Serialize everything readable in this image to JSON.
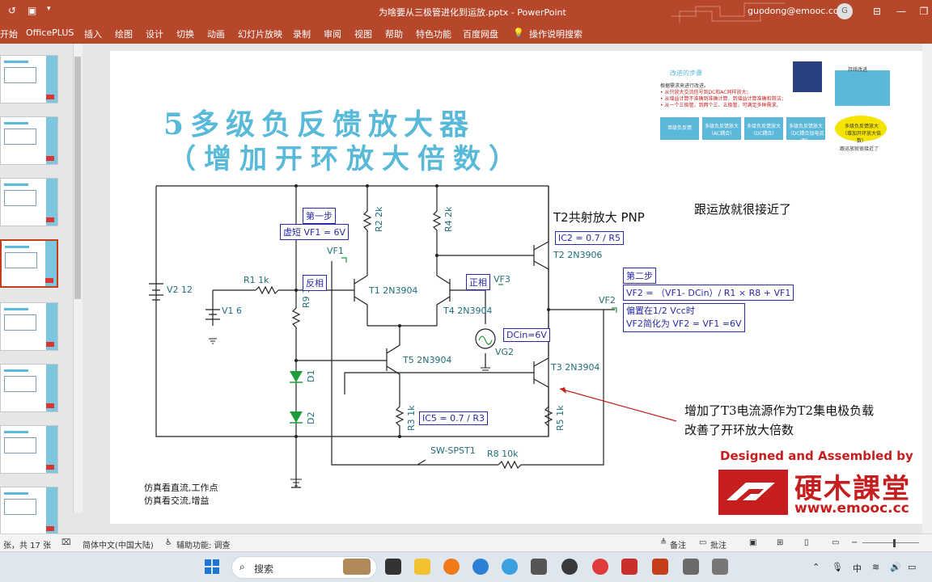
{
  "window": {
    "doc_title": "为啥要从三极管进化到运放.pptx - PowerPoint",
    "user": "guodong@emooc.cc",
    "avatar_letter": "G"
  },
  "ribbon": {
    "tabs": [
      "开始",
      "OfficePLUS",
      "插入",
      "绘图",
      "设计",
      "切换",
      "动画",
      "幻灯片放映",
      "录制",
      "审阅",
      "视图",
      "帮助",
      "特色功能",
      "百度网盘",
      "操作说明搜索"
    ]
  },
  "slide": {
    "title_line1": "5多级负反馈放大器",
    "title_line2": "（增加开环放大倍数）",
    "labels": {
      "v2": "V2 12",
      "v1": "V1 6",
      "r1": "R1 1k",
      "r9": "R9 10k",
      "r2": "R2 2k",
      "r4": "R4 2k",
      "r3": "R3 1k",
      "r5": "R5 1k",
      "r8": "R8 10k",
      "d1": "D1",
      "d2": "D2",
      "t1": "T1 2N3904",
      "t2": "T2 2N3906",
      "t3": "T3 2N3904",
      "t4": "T4 2N3904",
      "t5": "T5 2N3904",
      "vf1": "VF1",
      "vf2": "VF2",
      "vf3": "VF3",
      "vg2": "VG2",
      "sw": "SW-SPST1"
    },
    "boxes": {
      "step1": "第一步",
      "virtual_short": "虚短 VF1 = 6V",
      "inverting": "反相",
      "non_inverting": "正相",
      "dcin": "DCin=6V",
      "ic2": "IC2 = 0.7 / R5",
      "ic5": "IC5 = 0.7 / R3",
      "step2": "第二步",
      "vf2_formula": "VF2 = （VF1- DCin）/ R1 × R8 + VF1",
      "bias_line1": "偏置在1/2 Vcc时",
      "bias_line2": "VF2简化为 VF2 = VF1 =6V"
    },
    "notes": {
      "t2_ce": "T2共射放大 PNP",
      "near_opamp": "跟运放就很接近了",
      "t3_line1": "增加了T3电流源作为T2集电极负载",
      "t3_line2": "改善了开环放大倍数",
      "sim1": "仿真看直流,工作点",
      "sim2": "仿真看交流,增益"
    },
    "brand": {
      "designed_by": "Designed and Assembled by",
      "name": "硬木課堂",
      "url": "www.emooc.cc"
    },
    "mini": {
      "title": "改进的步骤",
      "right_title": "持续改进",
      "text_lines": [
        "根据需求来进行改进。",
        "• 从只放大交流信号到DC和AC同样放大；",
        "• 从增益计算不准确到准确计算，到增益计算准确和简洁；",
        "• 从一个三极管，到两个三、五极管，可满足多种需求。"
      ],
      "boxes": [
        "单级负反馈",
        "多级负反馈放大（AC耦合）",
        "多级负反馈放大（DC耦合）",
        "多级负反馈放大（DC耦合加电流源）",
        "多级负反馈放大（增加开环放大倍数）"
      ],
      "note": "跟运放就很接近了"
    }
  },
  "statusbar": {
    "slide_info": "张，共 17 张",
    "language": "简体中文(中国大陆)",
    "accessibility": "辅助功能: 调查",
    "notes": "备注",
    "comments": "批注"
  },
  "taskbar": {
    "search": "搜索",
    "ime": "中"
  },
  "colors": {
    "accent": "#b7472a",
    "title_cyan": "#59b9d9",
    "brand_red": "#c61e1e",
    "box_blue": "#2a2aa8",
    "wire": "#222222",
    "diode_green": "#1e9c3a"
  }
}
